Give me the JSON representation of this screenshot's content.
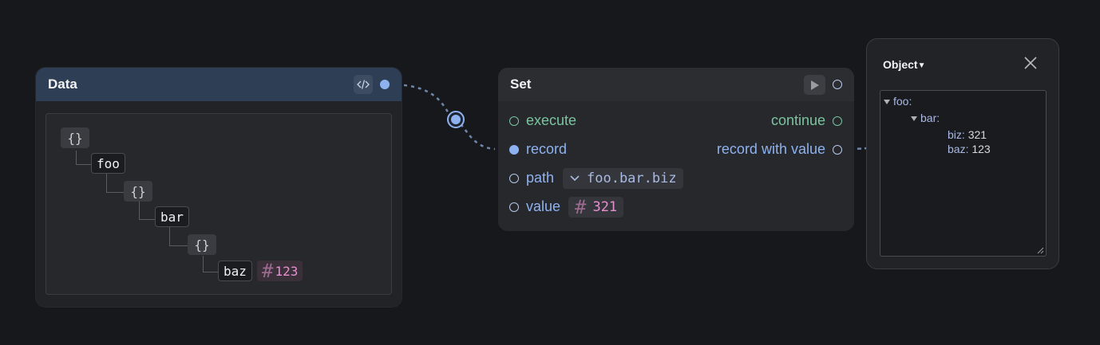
{
  "data_node": {
    "title": "Data",
    "code_icon": "code-icon",
    "tree": {
      "root_brace": "{}",
      "key_foo": "foo",
      "foo_brace": "{}",
      "key_bar": "bar",
      "bar_brace": "{}",
      "key_baz": "baz",
      "baz_hash": "#",
      "baz_value": "123"
    }
  },
  "set_node": {
    "title": "Set",
    "play_icon": "play-icon",
    "inputs": {
      "execute": "execute",
      "record": "record",
      "path": "path",
      "value": "value"
    },
    "outputs": {
      "continue": "continue",
      "record_with_value": "record with value"
    },
    "path_value": "foo.bar.biz",
    "value_hash": "#",
    "value_number": "321"
  },
  "object_panel": {
    "title": "Object",
    "close_icon": "close-icon",
    "lines": {
      "foo": "foo:",
      "bar": "bar:",
      "biz_key": "biz:",
      "biz_val": "321",
      "baz_key": "baz:",
      "baz_val": "123"
    }
  },
  "colors": {
    "background": "#17181c",
    "data_header": "#2d3e55",
    "port_blue": "#8eb2f0",
    "control_green": "#7cc4a0",
    "number_pink": "#e88fd0"
  }
}
